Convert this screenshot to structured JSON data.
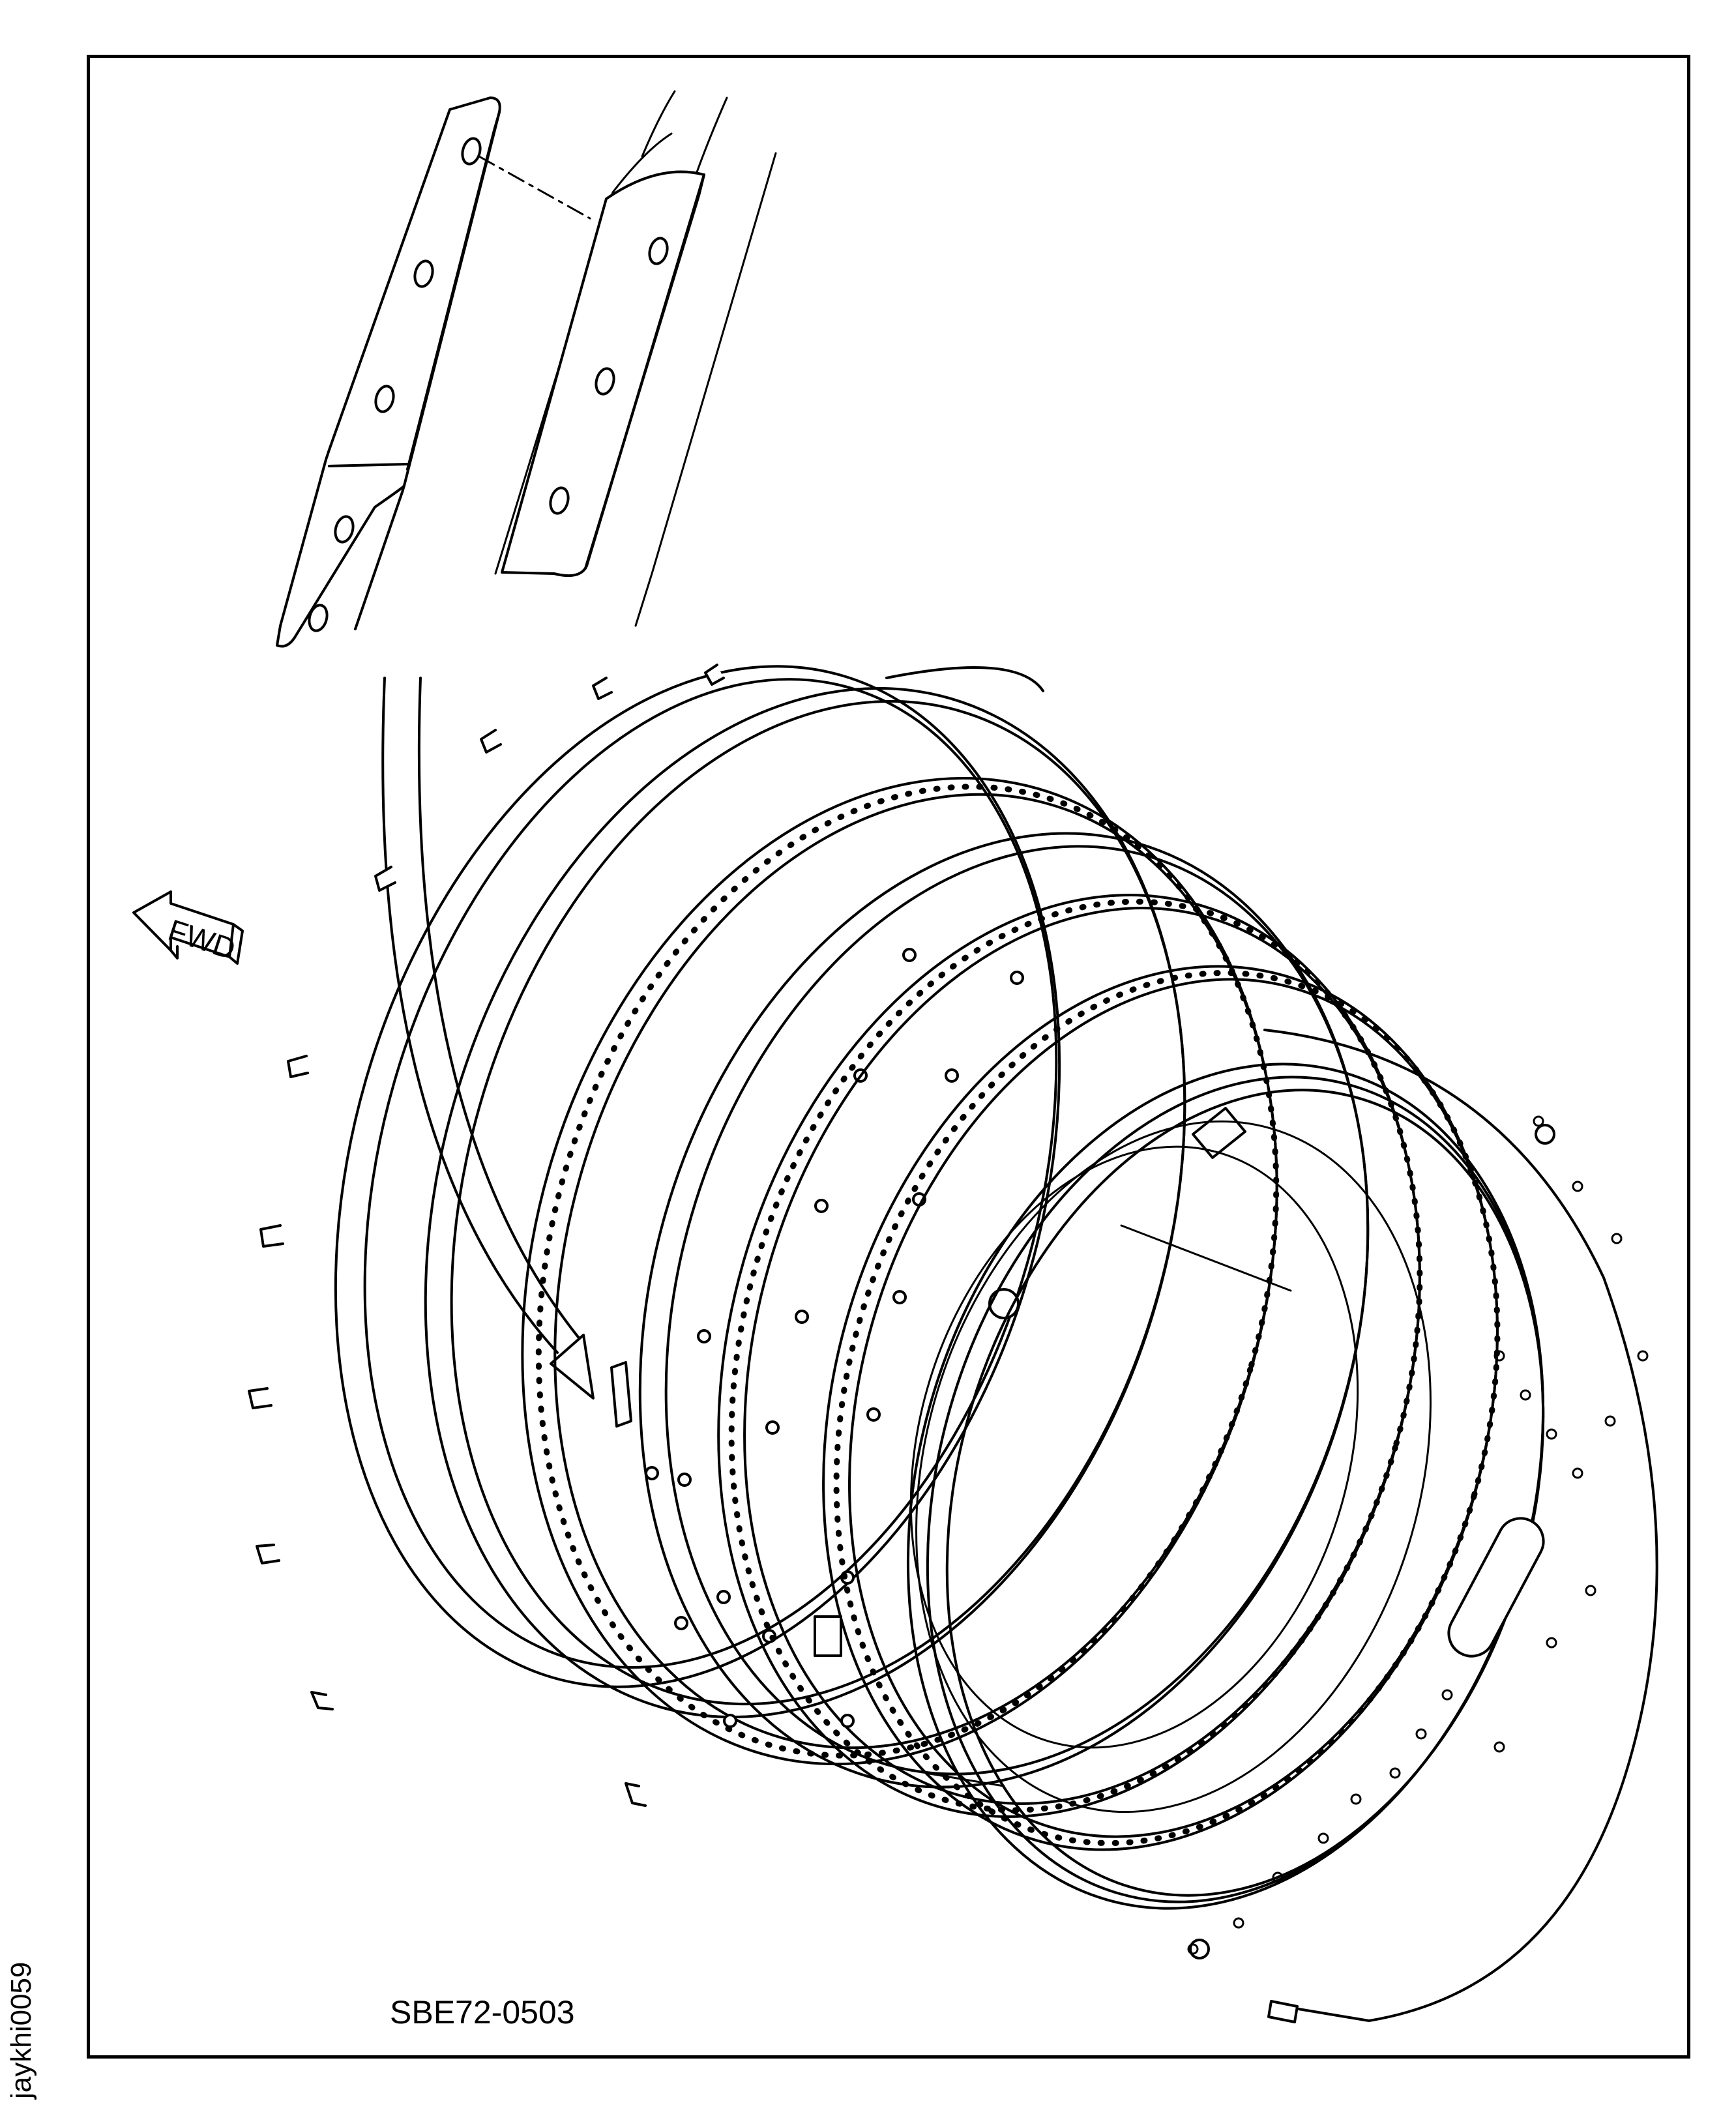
{
  "figure": {
    "reference_code": "SBE72-0503",
    "side_identifier": "jaykhi0059",
    "direction_label": "FWD"
  },
  "colors": {
    "line": "#000000",
    "background": "#ffffff"
  },
  "icons": {
    "direction_arrow": "fwd-arrow-icon"
  }
}
